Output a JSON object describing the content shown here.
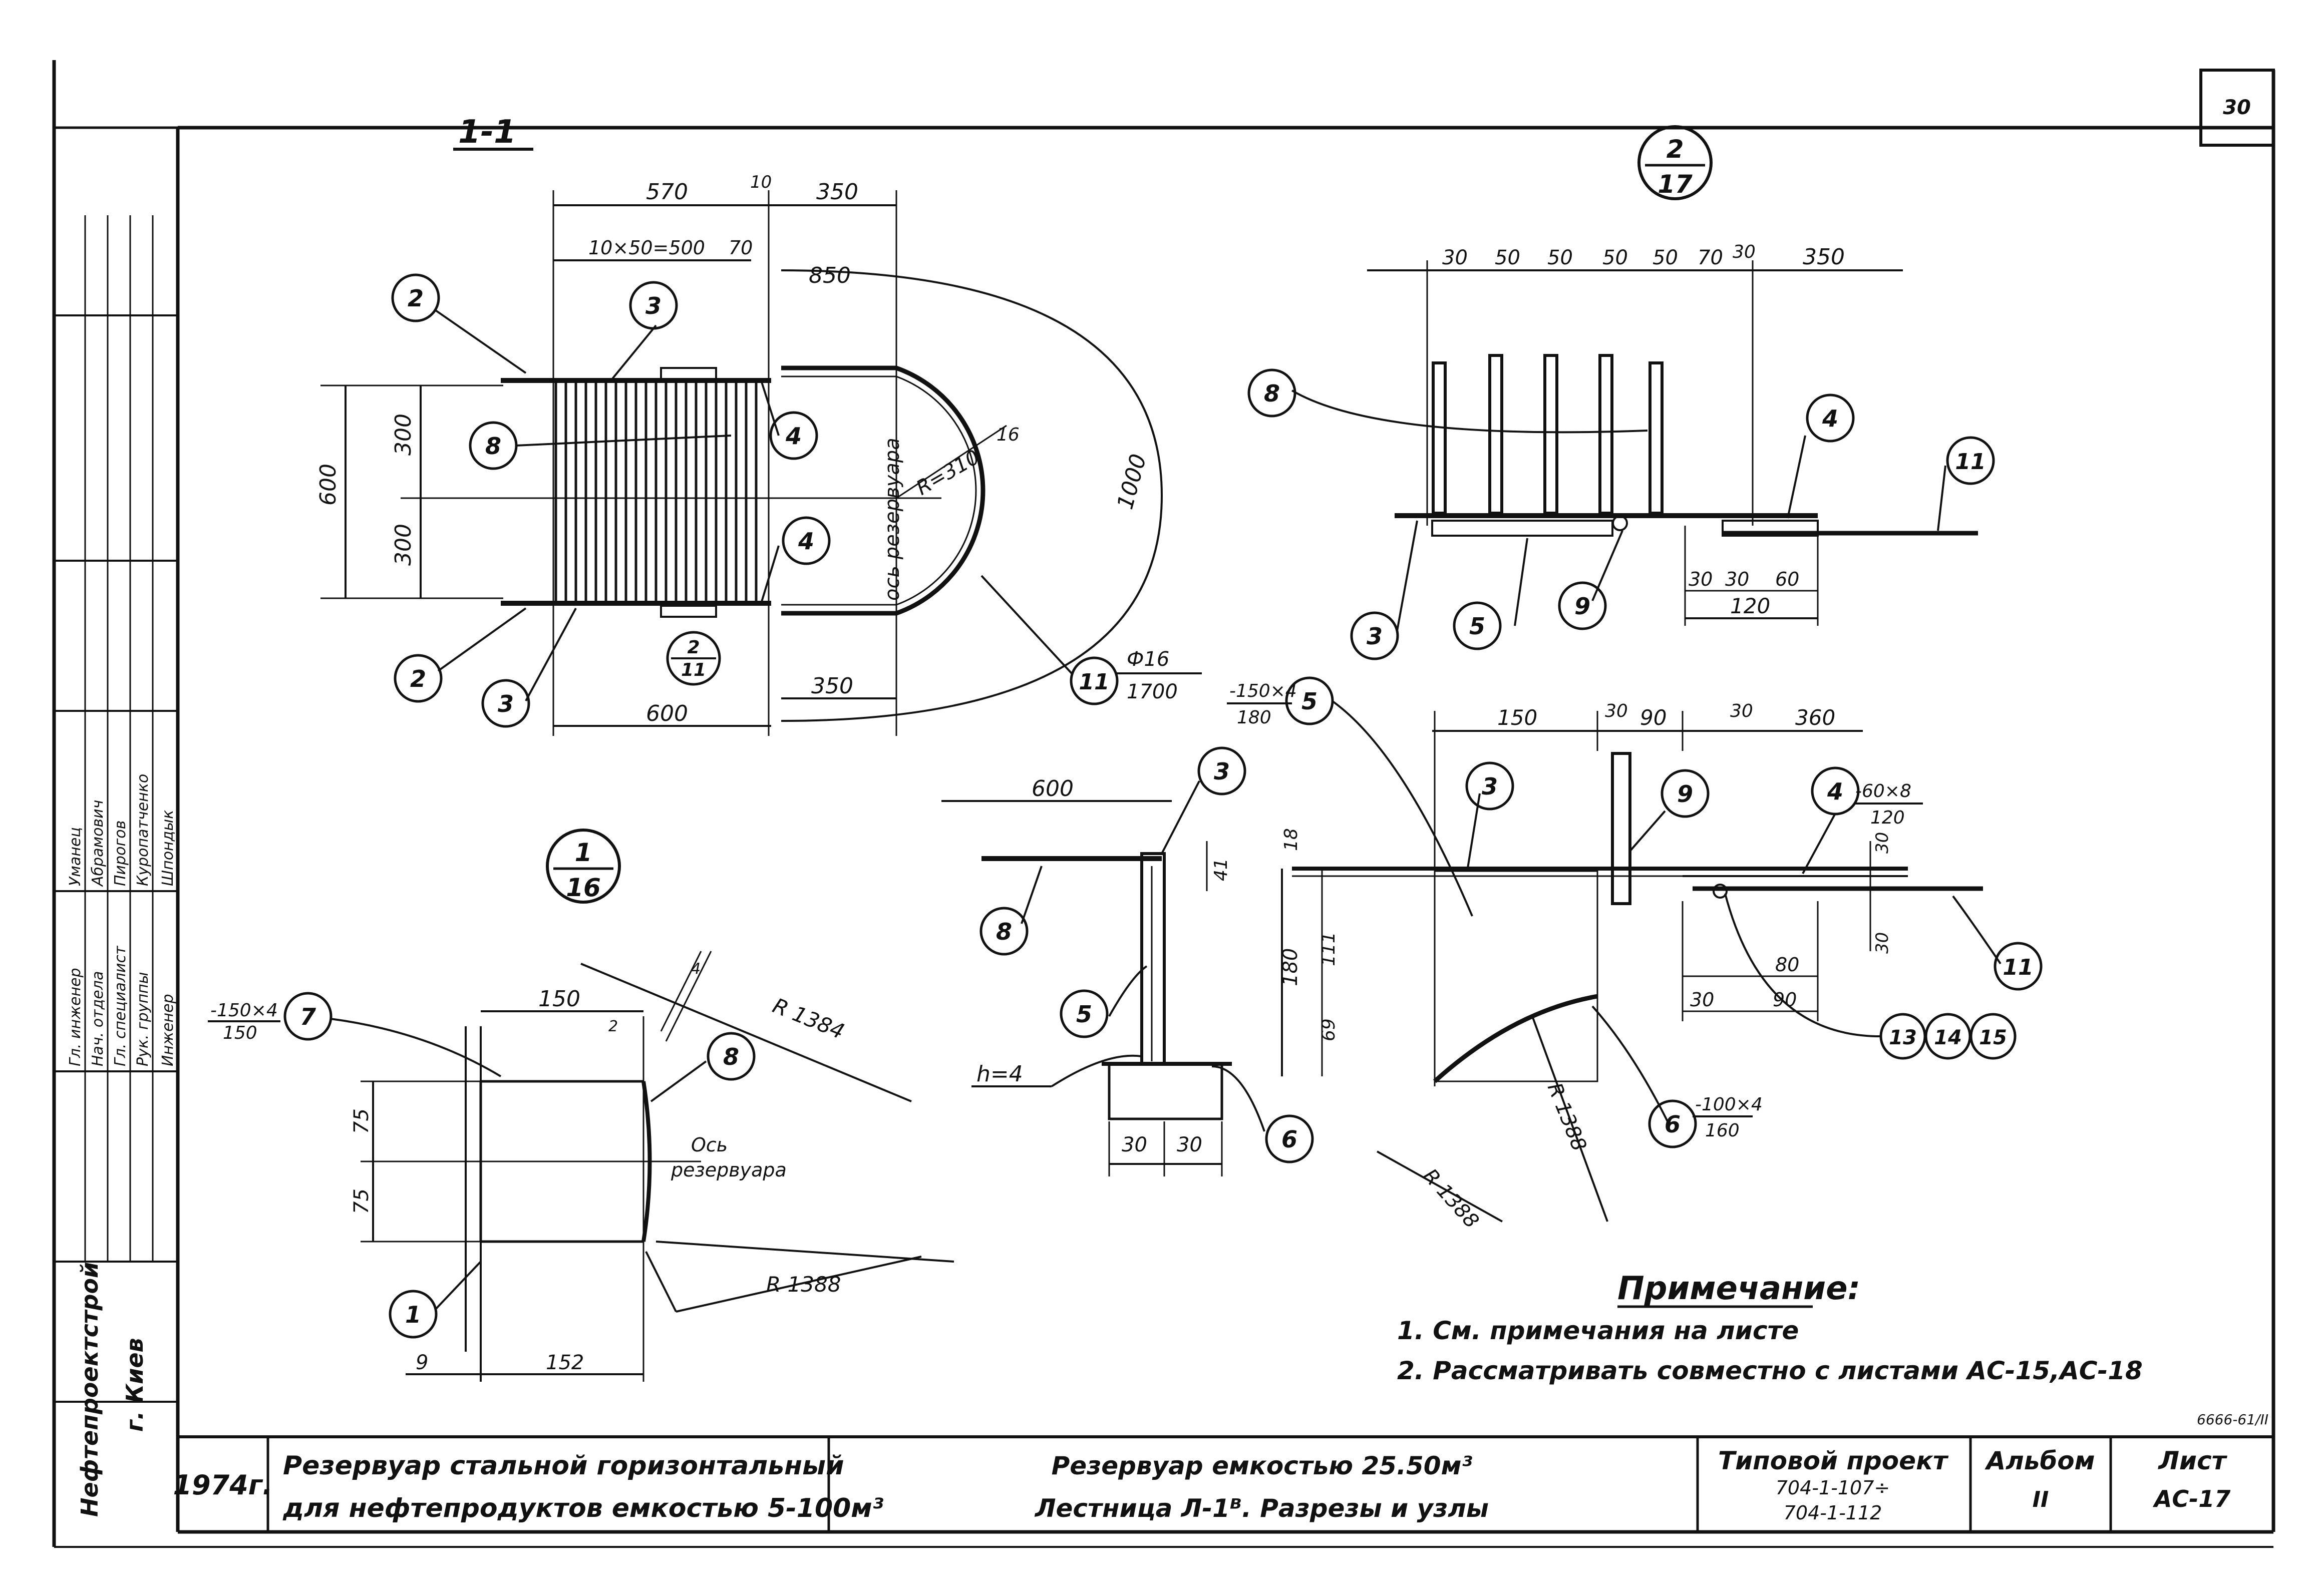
{
  "sheet": {
    "number": "30",
    "doc_code": "6666-61/II"
  },
  "views": {
    "section": {
      "label": "1-1"
    },
    "node_top": {
      "num": "2",
      "den": "17"
    },
    "node_left": {
      "num": "1",
      "den": "16"
    },
    "ref_bubble": {
      "num": "2",
      "den": "11"
    }
  },
  "section_1_1": {
    "dims_top": [
      "570",
      "10",
      "350",
      "10×50=500",
      "70",
      "850"
    ],
    "dims_left": [
      "600",
      "300",
      "300"
    ],
    "dims_bottom": [
      "600",
      "350"
    ],
    "radius": "R=310",
    "bar_dia": "16",
    "arc_len": "1000",
    "axis_text": "ось резервуара",
    "callout_11": {
      "num": "Ф16",
      "den": "1700"
    },
    "markers": [
      "2",
      "3",
      "8",
      "4",
      "4",
      "2",
      "3",
      "11"
    ]
  },
  "node_2_17": {
    "dims_top": [
      "30",
      "50",
      "50",
      "50",
      "50",
      "70",
      "30",
      "350"
    ],
    "dims_bottom": [
      "30",
      "30",
      "60",
      "120"
    ],
    "markers": [
      "8",
      "4",
      "11",
      "3",
      "5",
      "9"
    ]
  },
  "node_1_16": {
    "dims": [
      "150",
      "2",
      "4",
      "75",
      "75",
      "9",
      "152"
    ],
    "radius_a": "R 1384",
    "radius_b": "R 1388",
    "axis_top": "Ось",
    "axis_bottom": "резервуара",
    "callout_7": {
      "num": "-150×4",
      "den": "150"
    },
    "markers": [
      "7",
      "8",
      "1"
    ]
  },
  "section_ladder": {
    "dims": [
      "600",
      "41",
      "30",
      "30"
    ],
    "weld": "h=4",
    "markers": [
      "3",
      "8",
      "5",
      "6"
    ]
  },
  "node_right": {
    "dims_top": [
      "150",
      "30",
      "90",
      "30",
      "360"
    ],
    "dims_left": [
      "18",
      "180",
      "111",
      "69"
    ],
    "dims_right": [
      "30",
      "30",
      "80",
      "30",
      "90"
    ],
    "callout_5": {
      "num": "-150×4",
      "den": "180"
    },
    "callout_4": {
      "num": "-60×8",
      "den": "120"
    },
    "callout_6": {
      "num": "-100×4",
      "den": "160"
    },
    "radius_a": "R 1388",
    "radius_b": "R 1388",
    "markers": [
      "5",
      "3",
      "9",
      "4",
      "11",
      "6",
      "13",
      "14",
      "15"
    ]
  },
  "notes": {
    "heading": "Примечание:",
    "line1": "1. См. примечания на листе",
    "line2": "2. Рассматривать совместно с листами АС-15,АС-18"
  },
  "title_block": {
    "year": "1974г.",
    "object_line1": "Резервуар стальной горизонтальный",
    "object_line2": "для нефтепродуктов емкостью 5-100м³",
    "drawing_line1": "Резервуар емкостью 25.50м³",
    "drawing_line2": "Лестница Л-1ᴮ. Разрезы и узлы",
    "project_label": "Типовой проект",
    "project_line1": "704-1-107÷",
    "project_line2": "704-1-112",
    "album_label": "Альбом",
    "album_value": "II",
    "sheet_label": "Лист",
    "sheet_value": "АС-17"
  },
  "side_stamp": {
    "org": "Нефтепроектстрой",
    "city": "г. Киев",
    "roles": [
      "Гл. инженер",
      "Нач. отдела",
      "Гл. специалист",
      "Рук. группы",
      "Инженер"
    ],
    "names": [
      "Уманец",
      "Абрамович",
      "Пирогов",
      "Куропатченко",
      "Шпондык"
    ]
  }
}
